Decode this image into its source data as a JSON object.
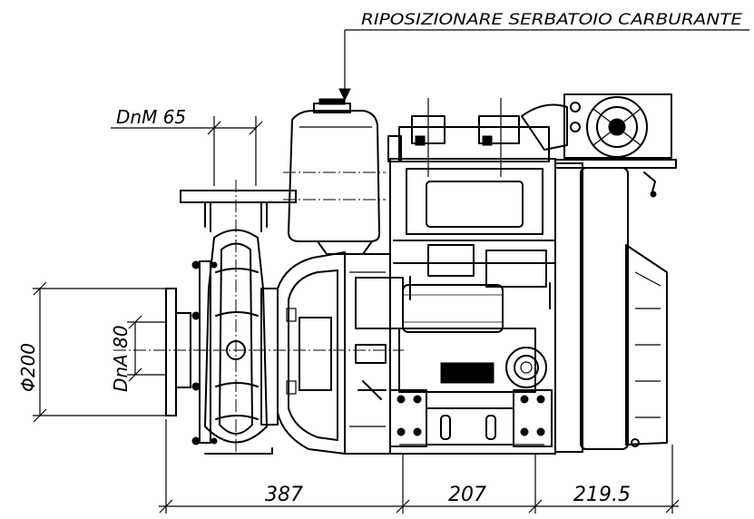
{
  "annotations": {
    "fuel_tank_note": "RIPOSIZIONARE SERBATOIO CARBURANTE",
    "outlet_nominal": "DnM 65",
    "inlet_nominal": "DnA 80",
    "inlet_diameter": "Φ200"
  },
  "dimensions": {
    "d1": "387",
    "d2": "207",
    "d3": "219.5"
  }
}
